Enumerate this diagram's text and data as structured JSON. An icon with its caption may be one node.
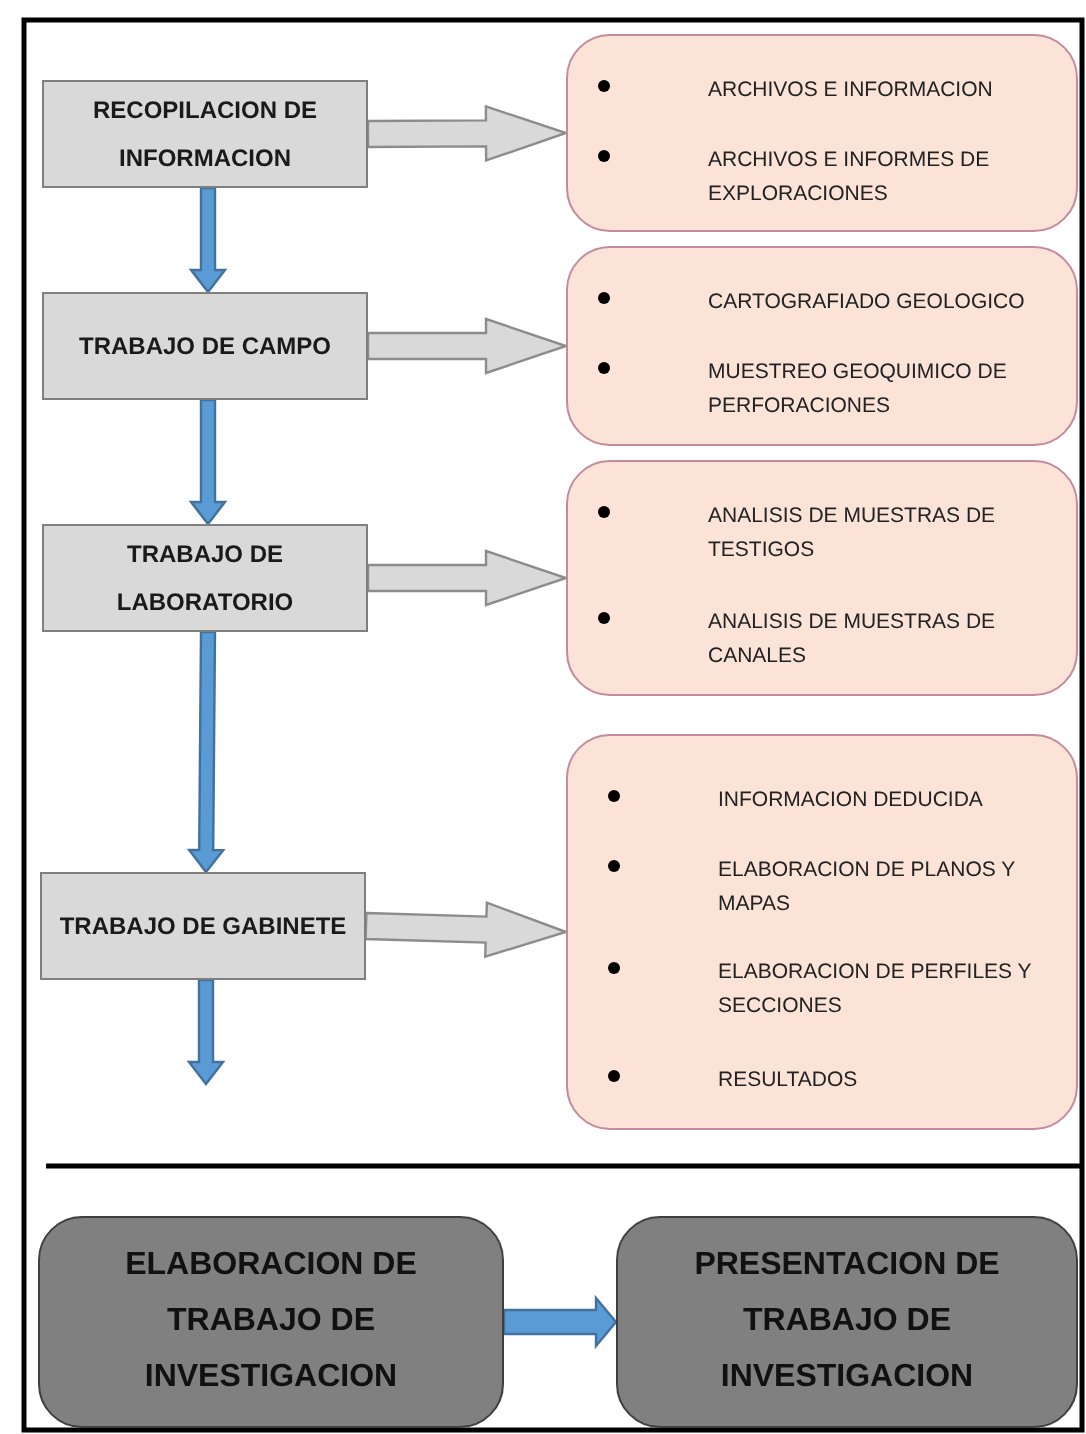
{
  "diagram": {
    "nodes": [
      {
        "text": [
          "RECOPILACION DE INFORMACION"
        ]
      },
      {
        "text": [
          "ARCHIVOS E INFORMACION",
          "ARCHIVOS E INFORMES DE EXPLORACIONES"
        ]
      },
      {
        "text": [
          "TRABAJO DE CAMPO"
        ]
      },
      {
        "text": [
          "CARTOGRAFIADO GEOLOGICO",
          "MUESTREO GEOQUIMICO DE PERFORACIONES"
        ]
      },
      {
        "text": [
          "TRABAJO DE LABORATORIO"
        ]
      },
      {
        "text": [
          "ANALISIS DE MUESTRAS DE TESTIGOS",
          "ANALISIS DE MUESTRAS DE CANALES"
        ]
      },
      {
        "text": [
          "TRABAJO DE GABINETE"
        ]
      },
      {
        "text": [
          "INFORMACION DEDUCIDA",
          "ELABORACION DE PLANOS Y MAPAS",
          "ELABORACION DE PERFILES Y SECCIONES",
          "RESULTADOS"
        ]
      },
      {
        "text": [
          "ELABORACION DE TRABAJO DE INVESTIGACION"
        ]
      },
      {
        "text": [
          "PRESENTACION DE TRABAJO DE INVESTIGACION"
        ]
      }
    ],
    "edges": [
      {
        "from": 0,
        "to": 1,
        "arrow": "to",
        "color": "#d9d9d9"
      },
      {
        "from": 0,
        "to": 2,
        "arrow": "to"
      },
      {
        "from": 2,
        "to": 3,
        "arrow": "to",
        "color": "#d9d9d9"
      },
      {
        "from": 2,
        "to": 4,
        "arrow": "to"
      },
      {
        "from": 4,
        "to": 5,
        "arrow": "to",
        "color": "#d9d9d9"
      },
      {
        "from": 4,
        "to": 6,
        "arrow": "to"
      },
      {
        "from": 6,
        "to": 7,
        "arrow": "to",
        "color": "#d9d9d9"
      },
      {
        "from": 6,
        "to": null,
        "arrow": "to"
      },
      {
        "from": 8,
        "to": 9,
        "arrow": "to"
      }
    ]
  }
}
